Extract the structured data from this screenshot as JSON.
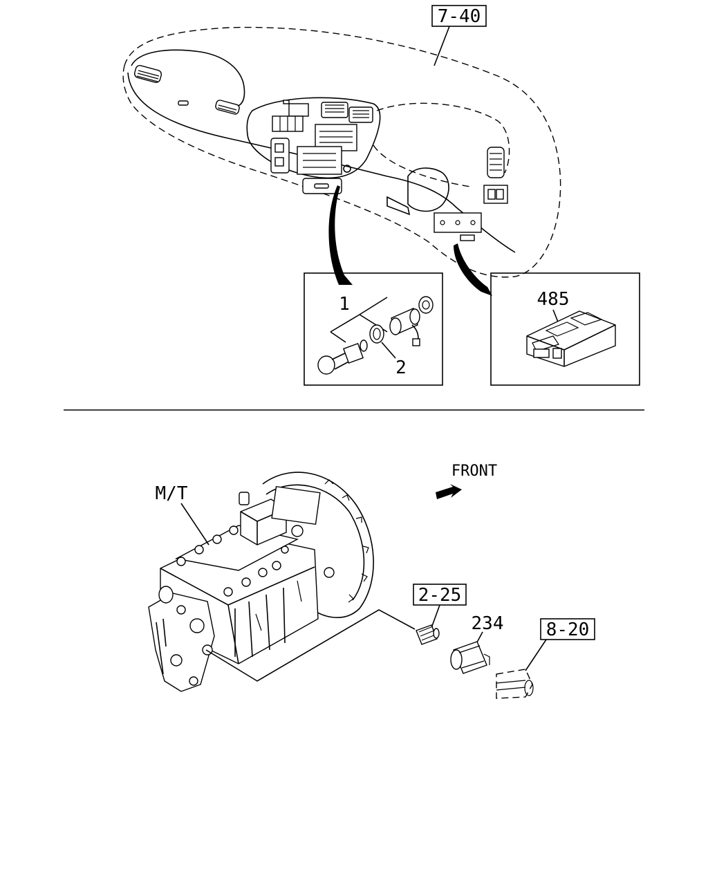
{
  "labels": {
    "ref_dashboard": "7-40",
    "part_cigar_lighter": "1",
    "part_ring": "2",
    "part_module": "485",
    "transmission": "M/T",
    "front": "FRONT",
    "ref_switch": "2-25",
    "part_switch": "234",
    "ref_connector": "8-20"
  }
}
